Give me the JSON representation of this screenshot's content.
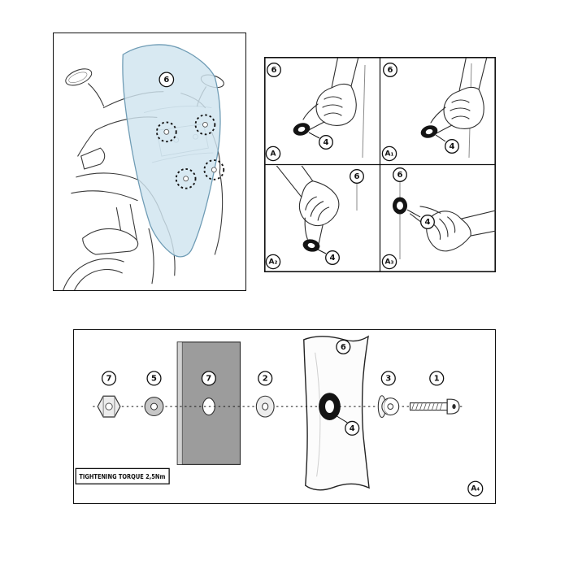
{
  "colors": {
    "windscreen_fill": "#cfe4ef",
    "windscreen_stroke": "#6f9cb5",
    "plate_fill": "#9c9c9c",
    "plate_edge_fill": "#d2d2d2",
    "grommet_fill": "#141414"
  },
  "overview_panel": {
    "windscreen_callout": "6"
  },
  "step_panels": [
    {
      "badge": "A",
      "windscreen_callout": "6",
      "grommet_callout": "4"
    },
    {
      "badge": "A₁",
      "windscreen_callout": "6",
      "grommet_callout": "4"
    },
    {
      "badge": "A₂",
      "windscreen_callout": "6",
      "grommet_callout": "4"
    },
    {
      "badge": "A₃",
      "windscreen_callout": "6",
      "grommet_callout": "4"
    }
  ],
  "exploded_panel": {
    "badge": "A₄",
    "torque_note": "TIGHTENING TORQUE 2,5Nm",
    "callouts": {
      "hex_nut": "7",
      "small_washer": "5",
      "bracket_plate": "7",
      "flat_washer": "2",
      "windscreen": "6",
      "grommet": "4",
      "well_nut": "3",
      "screw": "1"
    }
  }
}
